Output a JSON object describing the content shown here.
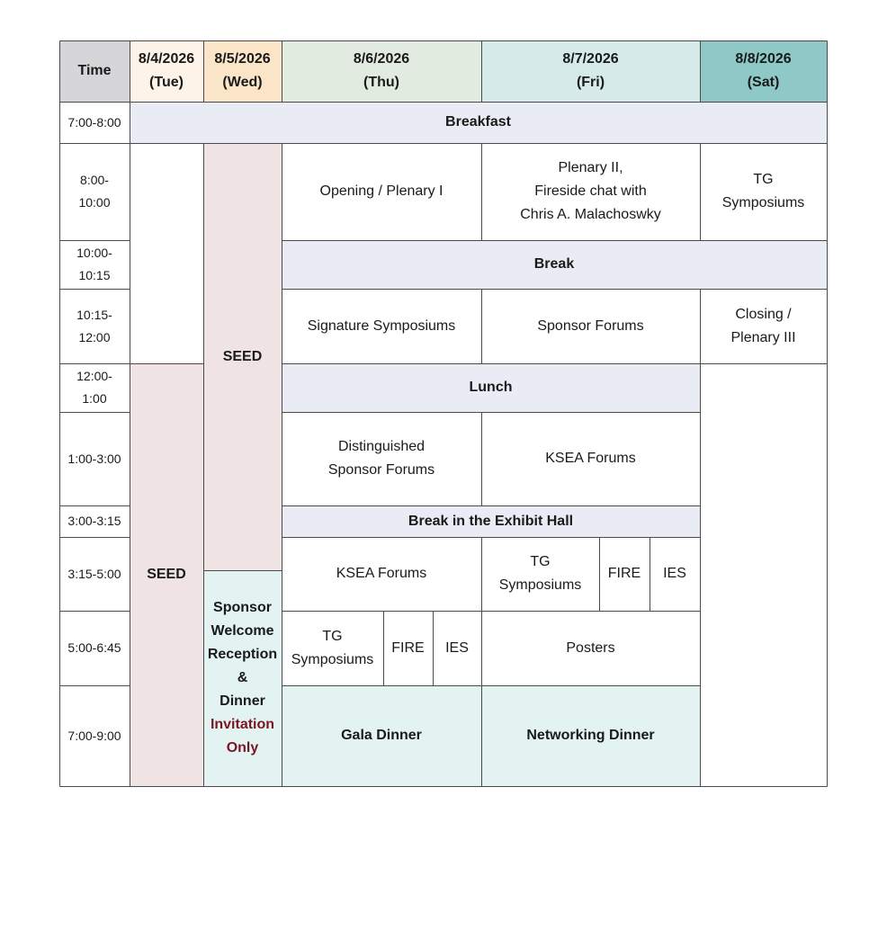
{
  "colors": {
    "time_header": "#d6d6d8",
    "tue": "#fdf3e8",
    "wed": "#fbe5c9",
    "thu": "#e2ebdf",
    "fri": "#d7eaea",
    "sat": "#8ec9c8",
    "gray_band": "#e9ecf4",
    "seed": "#f0e3e4",
    "reception": "#e3f3f2",
    "invitation": "#7a1626",
    "border": "#4a4a4a"
  },
  "header": {
    "time": "Time",
    "days": [
      {
        "date": "8/4/2026",
        "weekday": "(Tue)"
      },
      {
        "date": "8/5/2026",
        "weekday": "(Wed)"
      },
      {
        "date": "8/6/2026",
        "weekday": "(Thu)"
      },
      {
        "date": "8/7/2026",
        "weekday": "(Fri)"
      },
      {
        "date": "8/8/2026",
        "weekday": "(Sat)"
      }
    ]
  },
  "time_slots": [
    "7:00-8:00",
    "8:00-\n10:00",
    "10:00-\n10:15",
    "10:15-\n12:00",
    "12:00-\n1:00",
    "1:00-3:00",
    "3:00-3:15",
    "3:15-5:00",
    "5:00-6:45",
    "7:00-9:00"
  ],
  "events": {
    "breakfast": "Breakfast",
    "opening": "Opening / Plenary I",
    "plenary2": "Plenary II,\nFireside chat with\nChris A. Malachoswky",
    "tg_sat": "TG\nSymposiums",
    "break": "Break",
    "signature": "Signature Symposiums",
    "sponsor_forums": "Sponsor Forums",
    "closing": "Closing /\nPlenary III",
    "lunch": "Lunch",
    "distinguished": "Distinguished\nSponsor Forums",
    "ksea_fri": "KSEA Forums",
    "break_exhibit": "Break in the Exhibit Hall",
    "ksea_thu": "KSEA Forums",
    "tg_fri": "TG\nSymposiums",
    "fire_fri": "FIRE",
    "ies_fri": "IES",
    "tg_thu": "TG\nSymposiums",
    "fire_thu": "FIRE",
    "ies_thu": "IES",
    "posters": "Posters",
    "gala": "Gala Dinner",
    "networking": "Networking Dinner",
    "seed_wed": "SEED",
    "seed_tue": "SEED",
    "reception": "Sponsor\nWelcome\nReception\n&\nDinner",
    "invitation": "Invitation\nOnly"
  }
}
